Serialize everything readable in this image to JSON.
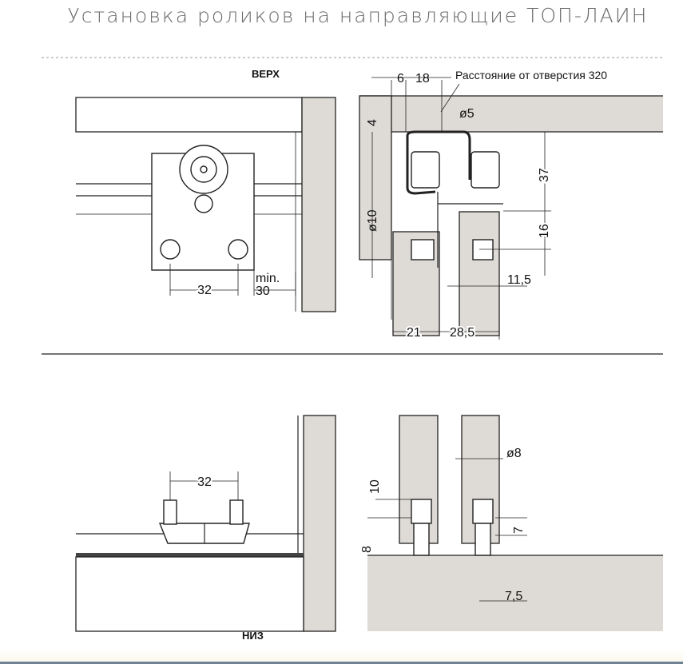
{
  "title": "Установка роликов на направляющие ТОП-ЛАИН",
  "top_section": {
    "label": "ВЕРХ",
    "left_view": {
      "dim_spacing": "32",
      "dim_min_label": "min.",
      "dim_min_value": "30"
    },
    "right_view": {
      "note": "Расстояние от отверстия 320",
      "dims": {
        "d6": "6",
        "d18": "18",
        "d5": "ø5",
        "d4": "4",
        "d10": "ø10",
        "d37": "37",
        "d16": "16",
        "d11_5": "11,5",
        "d21": "21",
        "d28_5": "28,5"
      }
    }
  },
  "bottom_section": {
    "label": "НИЗ",
    "left_view": {
      "dim_spacing": "32"
    },
    "right_view": {
      "dims": {
        "d10": "10",
        "d8dia": "ø8",
        "d7": "7",
        "d8": "8",
        "d7_5": "7,5"
      }
    }
  }
}
